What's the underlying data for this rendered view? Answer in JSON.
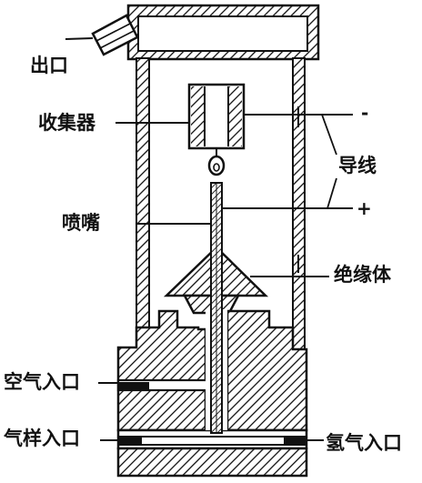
{
  "labels": {
    "outlet": "出口",
    "collector": "收集器",
    "wires": "导线",
    "nozzle": "喷嘴",
    "insulator": "绝缘体",
    "air_inlet": "空气入口",
    "sample_inlet": "气样入口",
    "hydrogen_inlet": "氢气入口"
  },
  "signs": {
    "negative": "-",
    "positive": "+"
  },
  "colors": {
    "ink": "#111111",
    "paper": "#ffffff"
  }
}
